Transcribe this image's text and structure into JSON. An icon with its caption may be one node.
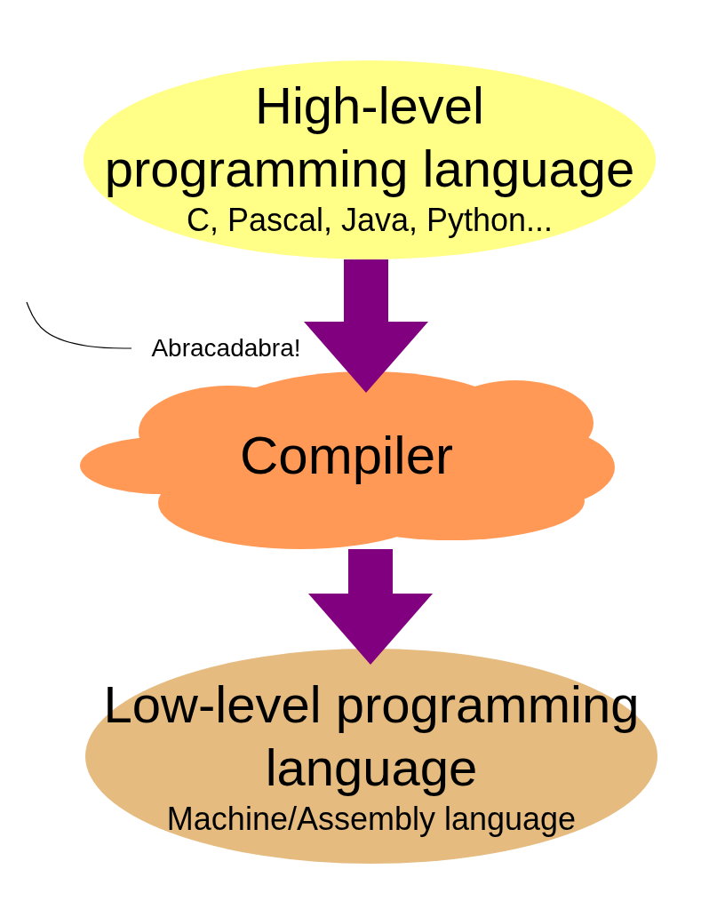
{
  "diagram": {
    "nodes": [
      {
        "text": [
          "High-level programming language",
          "C, Pascal, Java, Python..."
        ]
      },
      {
        "text": [
          "Abracadabra!"
        ]
      },
      {
        "text": [
          "Compiler"
        ]
      },
      {
        "text": [
          "Low-level programming language",
          "Machine/Assembly language"
        ]
      }
    ],
    "edges": [
      {
        "from": 0,
        "to": 2,
        "arrow": "to"
      },
      {
        "from": 2,
        "to": 3,
        "arrow": "to"
      },
      {
        "from": 1,
        "to": null,
        "arrow": "none",
        "color": "#000000"
      }
    ]
  }
}
